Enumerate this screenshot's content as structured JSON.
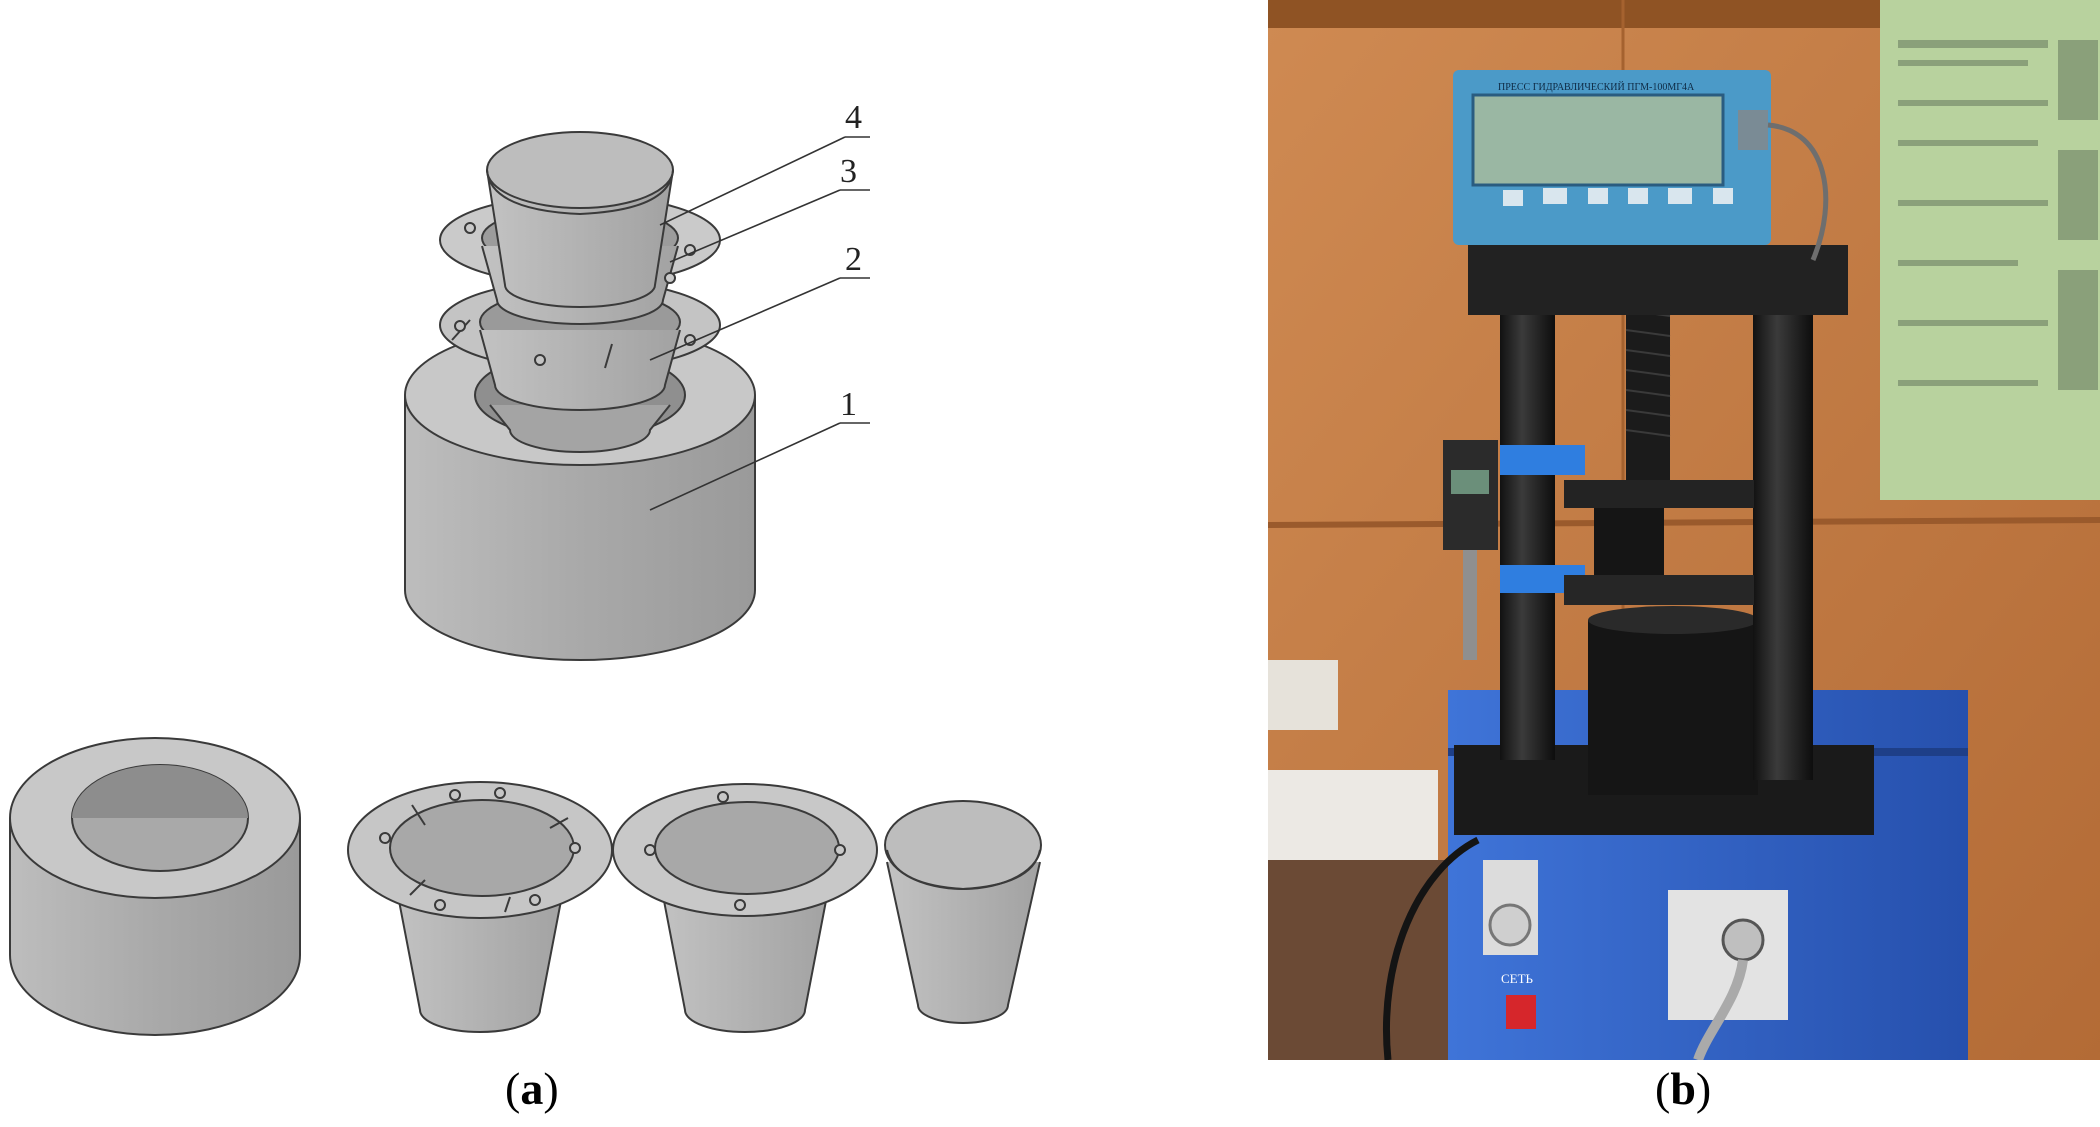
{
  "panel_a": {
    "caption_open": "(",
    "caption_letter": "a",
    "caption_close": ")",
    "callouts": [
      "4",
      "3",
      "2",
      "1"
    ],
    "colors": {
      "part_face": "#b9b9b9",
      "part_side": "#a7a7a7",
      "part_dark": "#8e8e8e",
      "outline": "#3a3a3a"
    }
  },
  "panel_b": {
    "caption_open": "(",
    "caption_letter": "b",
    "caption_close": ")",
    "device_display_title": "ПРЕСС ГИДРАВЛИЧЕСКИЙ ПГМ-100МГ4А",
    "switch_label": "СЕТЬ",
    "colors": {
      "wall": "#c27d45",
      "base_blue": "#2f5fc4",
      "frame": "#1c1c1c",
      "display": "#9fb8a5",
      "poster": "#b9d3a0"
    }
  }
}
